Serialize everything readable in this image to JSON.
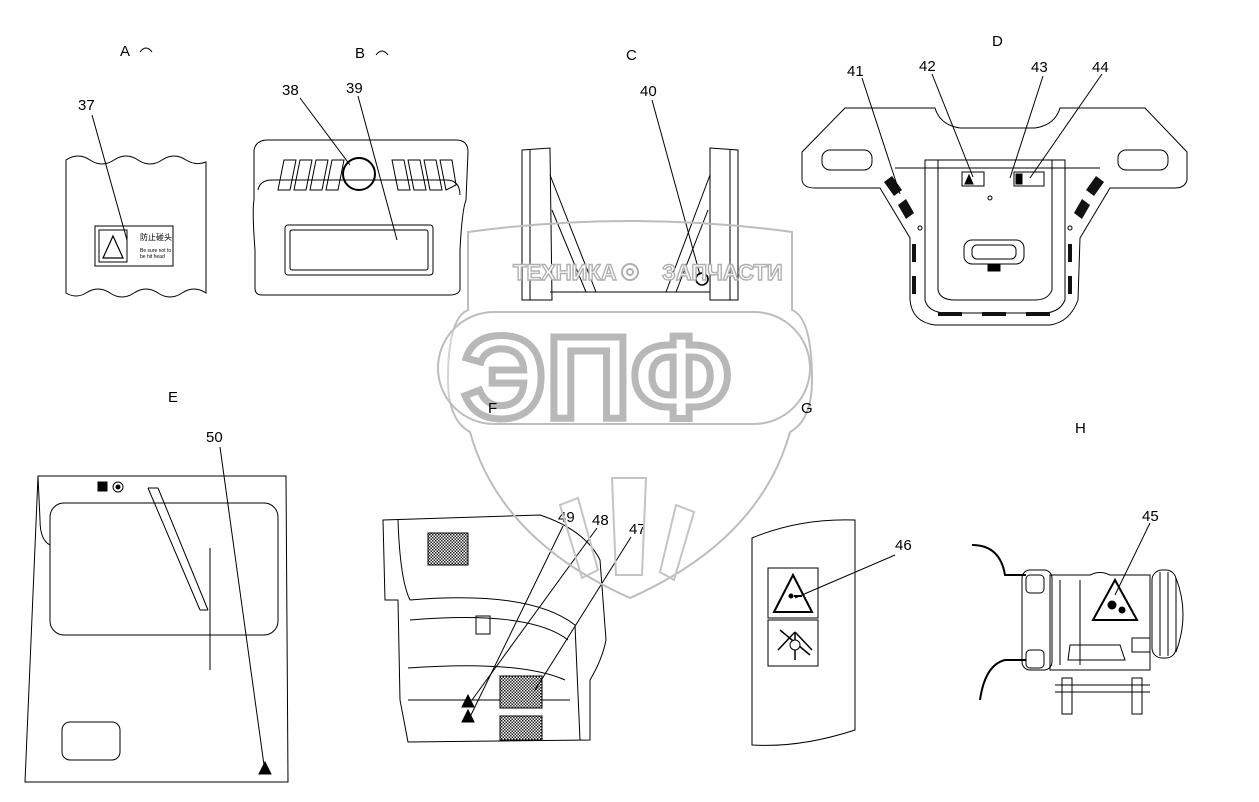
{
  "views": {
    "a": "A",
    "b": "B",
    "c": "C",
    "d": "D",
    "e": "E",
    "f": "F",
    "g": "G",
    "h": "H"
  },
  "parts": {
    "p37": "37",
    "p38": "38",
    "p39": "39",
    "p40": "40",
    "p41": "41",
    "p42": "42",
    "p43": "43",
    "p44": "44",
    "p45": "45",
    "p46": "46",
    "p47": "47",
    "p48": "48",
    "p49": "49",
    "p50": "50"
  },
  "label37": {
    "title_cn": "防止碰头",
    "line1": "Be sure not to",
    "line2": "be hit head"
  },
  "watermark": {
    "brand_left": "ТЕХНИКА",
    "brand_right": "ЗАПЧАСТИ",
    "logo": "ЭПФ"
  },
  "icons": {
    "warning": "warning-triangle-icon",
    "gear": "gear-icon",
    "rotation": "rotation-arrow-icon"
  },
  "colors": {
    "line": "#000000",
    "watermark": "#b8b8b8",
    "hatch": "#333333"
  }
}
